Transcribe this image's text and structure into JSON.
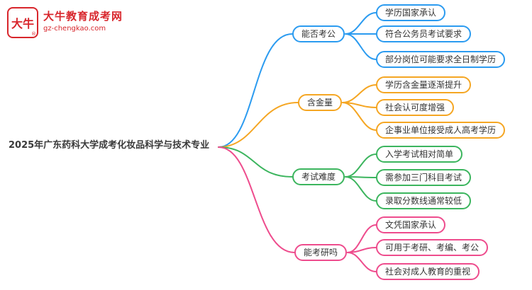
{
  "site": {
    "logo_text": "大牛",
    "reg_mark": "®",
    "name": "大牛教育成考网",
    "domain": "gz-chengkao.com",
    "brand_color": "#d8262c"
  },
  "root": {
    "label": "2025年广东药科大学成考化妆品科学与技术专业"
  },
  "branches": [
    {
      "label": "能否考公",
      "color": "#2b9bf0",
      "children": [
        "学历国家承认",
        "符合公务员考试要求",
        "部分岗位可能要求全日制学历"
      ]
    },
    {
      "label": "含金量",
      "color": "#f5a623",
      "children": [
        "学历含金量逐渐提升",
        "社会认可度增强",
        "企事业单位接受成人高考学历"
      ]
    },
    {
      "label": "考试难度",
      "color": "#3cb55e",
      "children": [
        "入学考试相对简单",
        "需参加三门科目考试",
        "录取分数线通常较低"
      ]
    },
    {
      "label": "能考研吗",
      "color": "#ee4c8d",
      "children": [
        "文凭国家承认",
        "可用于考研、考编、考公",
        "社会对成人教育的重视"
      ]
    }
  ]
}
